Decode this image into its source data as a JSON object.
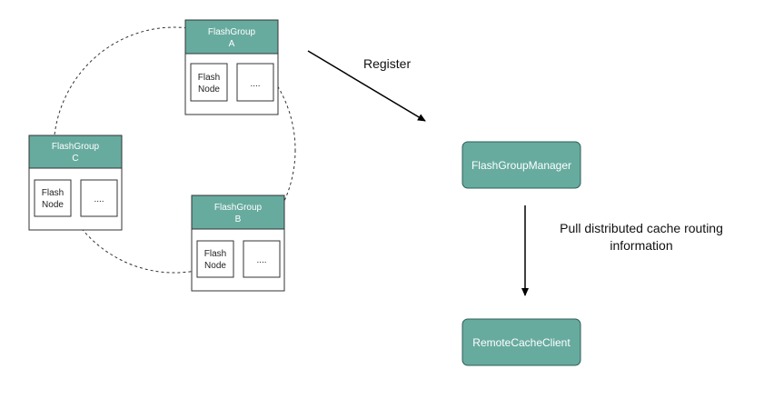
{
  "colors": {
    "header_fill": "#67AB9F",
    "header_stroke": "#2F5F57",
    "component_fill": "#67AB9F",
    "component_stroke": "#2F5F57",
    "line": "#000000"
  },
  "groups": [
    {
      "title_line1": "FlashGroup",
      "title_line2": "A",
      "node_line1": "Flash",
      "node_line2": "Node",
      "more": "...."
    },
    {
      "title_line1": "FlashGroup",
      "title_line2": "C",
      "node_line1": "Flash",
      "node_line2": "Node",
      "more": "...."
    },
    {
      "title_line1": "FlashGroup",
      "title_line2": "B",
      "node_line1": "Flash",
      "node_line2": "Node",
      "more": "...."
    }
  ],
  "edges": {
    "register_label": "Register",
    "pull_label_line1": "Pull distributed cache routing",
    "pull_label_line2": "information"
  },
  "components": {
    "manager": "FlashGroupManager",
    "client": "RemoteCacheClient"
  }
}
